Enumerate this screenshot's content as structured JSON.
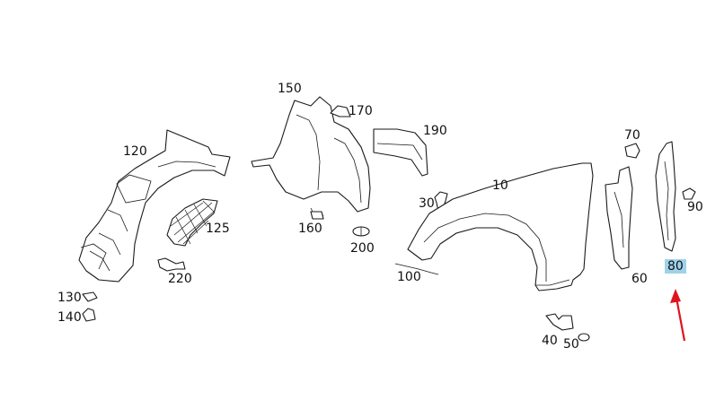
{
  "diagram": {
    "callouts": [
      "10",
      "30",
      "40",
      "50",
      "60",
      "70",
      "80",
      "90",
      "100",
      "120",
      "125",
      "130",
      "140",
      "150",
      "160",
      "170",
      "190",
      "200",
      "220"
    ],
    "highlighted_callout": "80",
    "highlight_color": "#9fd2ea",
    "arrow_color": "#e0141e"
  }
}
